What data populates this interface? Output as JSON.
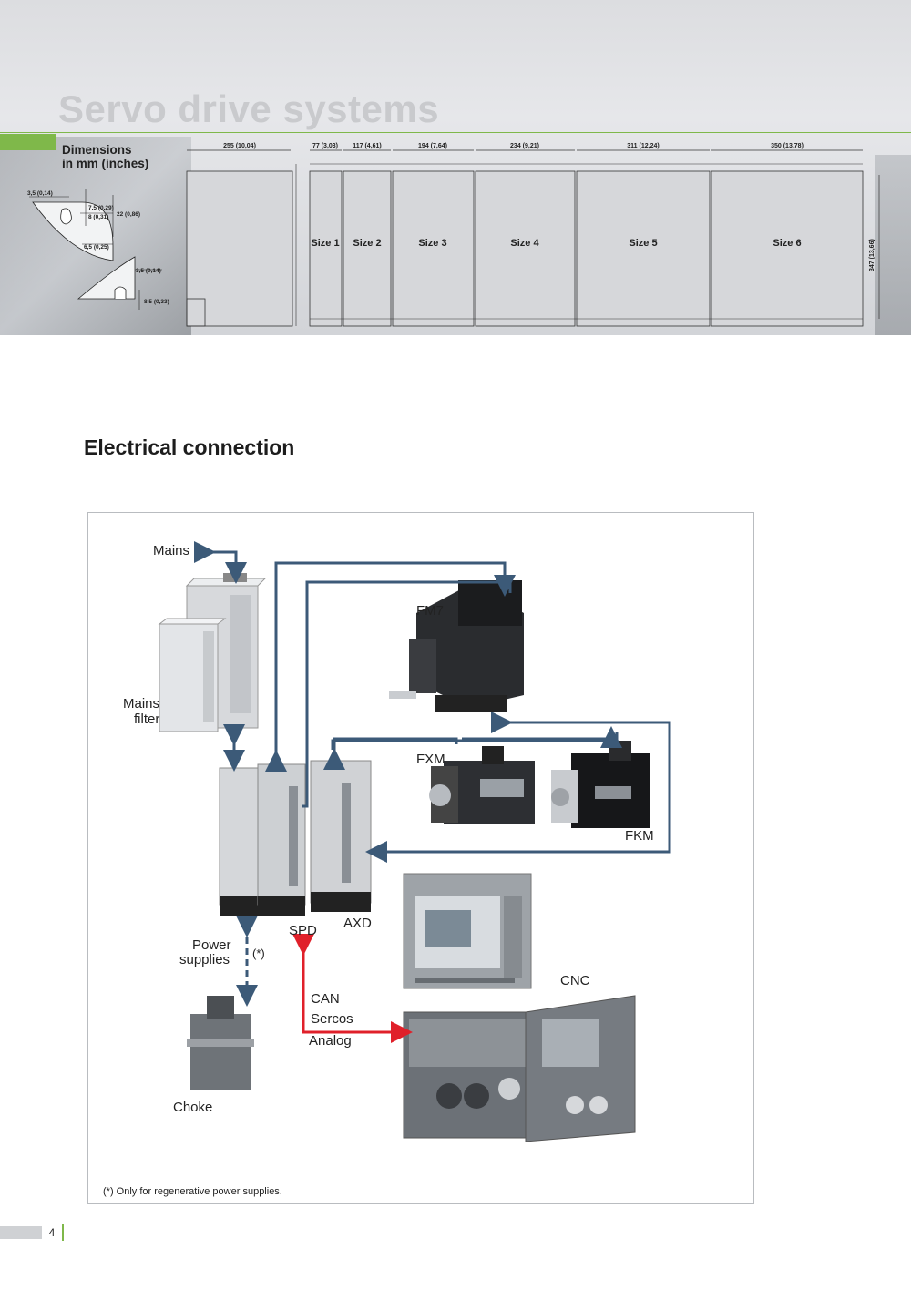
{
  "header": {
    "title": "Servo drive systems",
    "dimensions_title_line1": "Dimensions",
    "dimensions_title_line2": "in mm (inches)"
  },
  "profile_dims": {
    "a": "3,5 (0,14)",
    "b": "7,5 (0,29)",
    "c": "8 (0,31)",
    "d": "22 (0,86)",
    "e": "6,5 (0,25)",
    "f": "3,5 (0,14)",
    "g": "8,5 (0,33)"
  },
  "module_dims": {
    "depth": "255 (10,04)",
    "height": "347 (13,66)",
    "widths": [
      "77 (3,03)",
      "117 (4,61)",
      "194 (7,64)",
      "234 (9,21)",
      "311 (12,24)",
      "350 (13,78)"
    ],
    "sizes": [
      "Size 1",
      "Size 2",
      "Size 3",
      "Size 4",
      "Size 5",
      "Size 6"
    ]
  },
  "section": {
    "title": "Electrical connection"
  },
  "diagram": {
    "mains": "Mains",
    "mains_filter_1": "Mains",
    "mains_filter_2": "filter",
    "fm7": "FM7",
    "fxm": "FXM",
    "fkm": "FKM",
    "spd": "SPD",
    "axd": "AXD",
    "power_supplies_1": "Power",
    "power_supplies_2": "supplies",
    "asterisk": "(*)",
    "choke": "Choke",
    "can": "CAN",
    "sercos": "Sercos",
    "analog": "Analog",
    "cnc": "CNC",
    "footnote": "(*) Only for regenerative power supplies."
  },
  "page": {
    "number": "4"
  },
  "colors": {
    "accent_green": "#7fb84a",
    "link_blue": "#3c5a78",
    "cnc_red": "#e0202a"
  }
}
